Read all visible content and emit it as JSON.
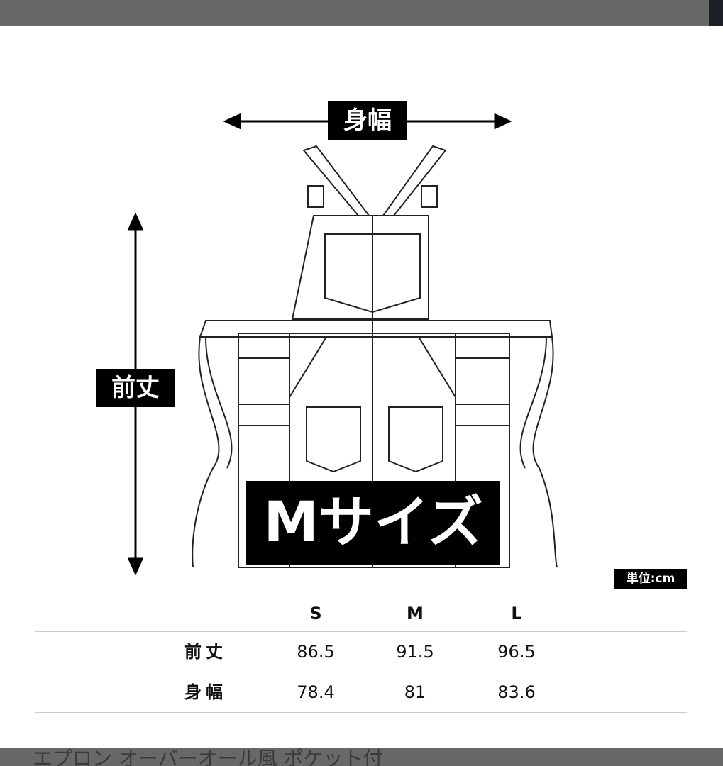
{
  "diagram": {
    "width_label": "身幅",
    "length_label": "前丈",
    "size_banner": "Mサイズ",
    "unit_label": "単位:cm"
  },
  "size_table": {
    "columns": [
      "S",
      "M",
      "L"
    ],
    "rows": [
      {
        "label": "前丈",
        "values": [
          "86.5",
          "91.5",
          "96.5"
        ]
      },
      {
        "label": "身幅",
        "values": [
          "78.4",
          "81",
          "83.6"
        ]
      }
    ]
  },
  "caption": "エプロン オーバーオール風 ポケット付"
}
